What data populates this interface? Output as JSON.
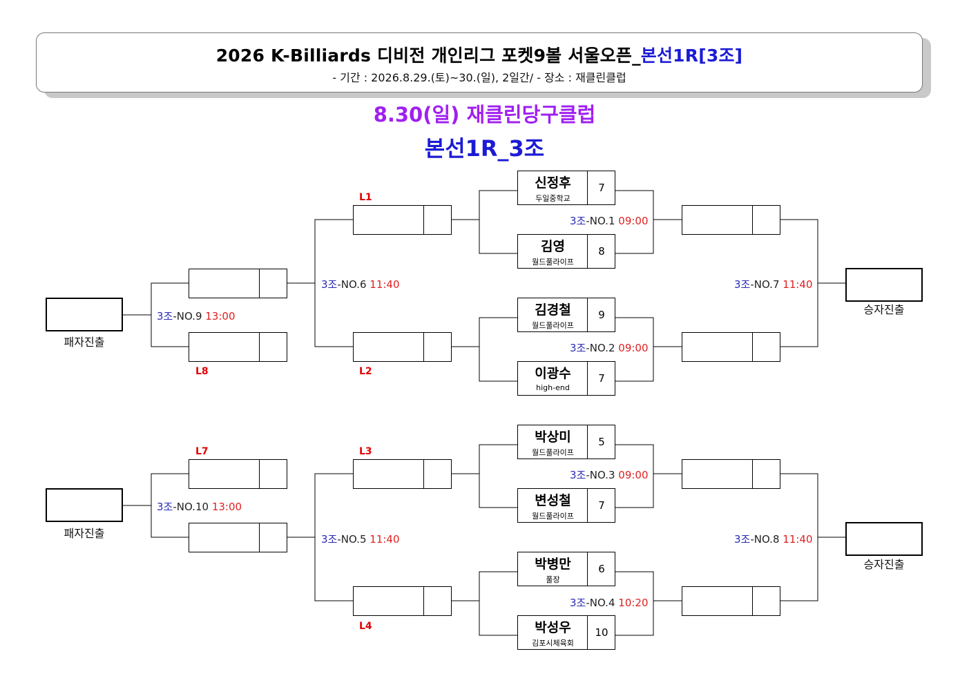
{
  "header": {
    "title_main": "2026 K-Billiards 디비전 개인리그 포켓9볼 서울오픈_",
    "title_highlight": "본선1R[3조]",
    "subtitle": "- 기간 : 2026.8.29.(토)~30.(일), 2일간/ - 장소 : 재클린클럽"
  },
  "date_venue": "8.30(일)  재클린당구클럽",
  "group_title": "본선1R_3조",
  "players": [
    {
      "name": "신정후",
      "club": "두일중학교",
      "score": "7"
    },
    {
      "name": "김영",
      "club": "월드풀라이프",
      "score": "8"
    },
    {
      "name": "김경철",
      "club": "월드풀라이프",
      "score": "9"
    },
    {
      "name": "이광수",
      "club": "high-end",
      "score": "7"
    },
    {
      "name": "박상미",
      "club": "월드풀라이프",
      "score": "5"
    },
    {
      "name": "변성철",
      "club": "월드풀라이프",
      "score": "7"
    },
    {
      "name": "박병만",
      "club": "풀장",
      "score": "6"
    },
    {
      "name": "박성우",
      "club": "김포시체육회",
      "score": "10"
    }
  ],
  "matches": [
    {
      "group": "3조",
      "no": "-NO.1",
      "time": "09:00"
    },
    {
      "group": "3조",
      "no": "-NO.2",
      "time": "09:00"
    },
    {
      "group": "3조",
      "no": "-NO.3",
      "time": "09:00"
    },
    {
      "group": "3조",
      "no": "-NO.4",
      "time": "10:20"
    },
    {
      "group": "3조",
      "no": "-NO.5",
      "time": "11:40"
    },
    {
      "group": "3조",
      "no": "-NO.6",
      "time": "11:40"
    },
    {
      "group": "3조",
      "no": "-NO.7",
      "time": "11:40"
    },
    {
      "group": "3조",
      "no": "-NO.8",
      "time": "11:40"
    },
    {
      "group": "3조",
      "no": "-NO.9",
      "time": "13:00"
    },
    {
      "group": "3조",
      "no": "-NO.10",
      "time": "13:00"
    }
  ],
  "loser_labels": [
    "L1",
    "L2",
    "L3",
    "L4",
    "L7",
    "L8"
  ],
  "outcomes": {
    "winner_label": "승자진출",
    "loser_label": "패자진출"
  }
}
